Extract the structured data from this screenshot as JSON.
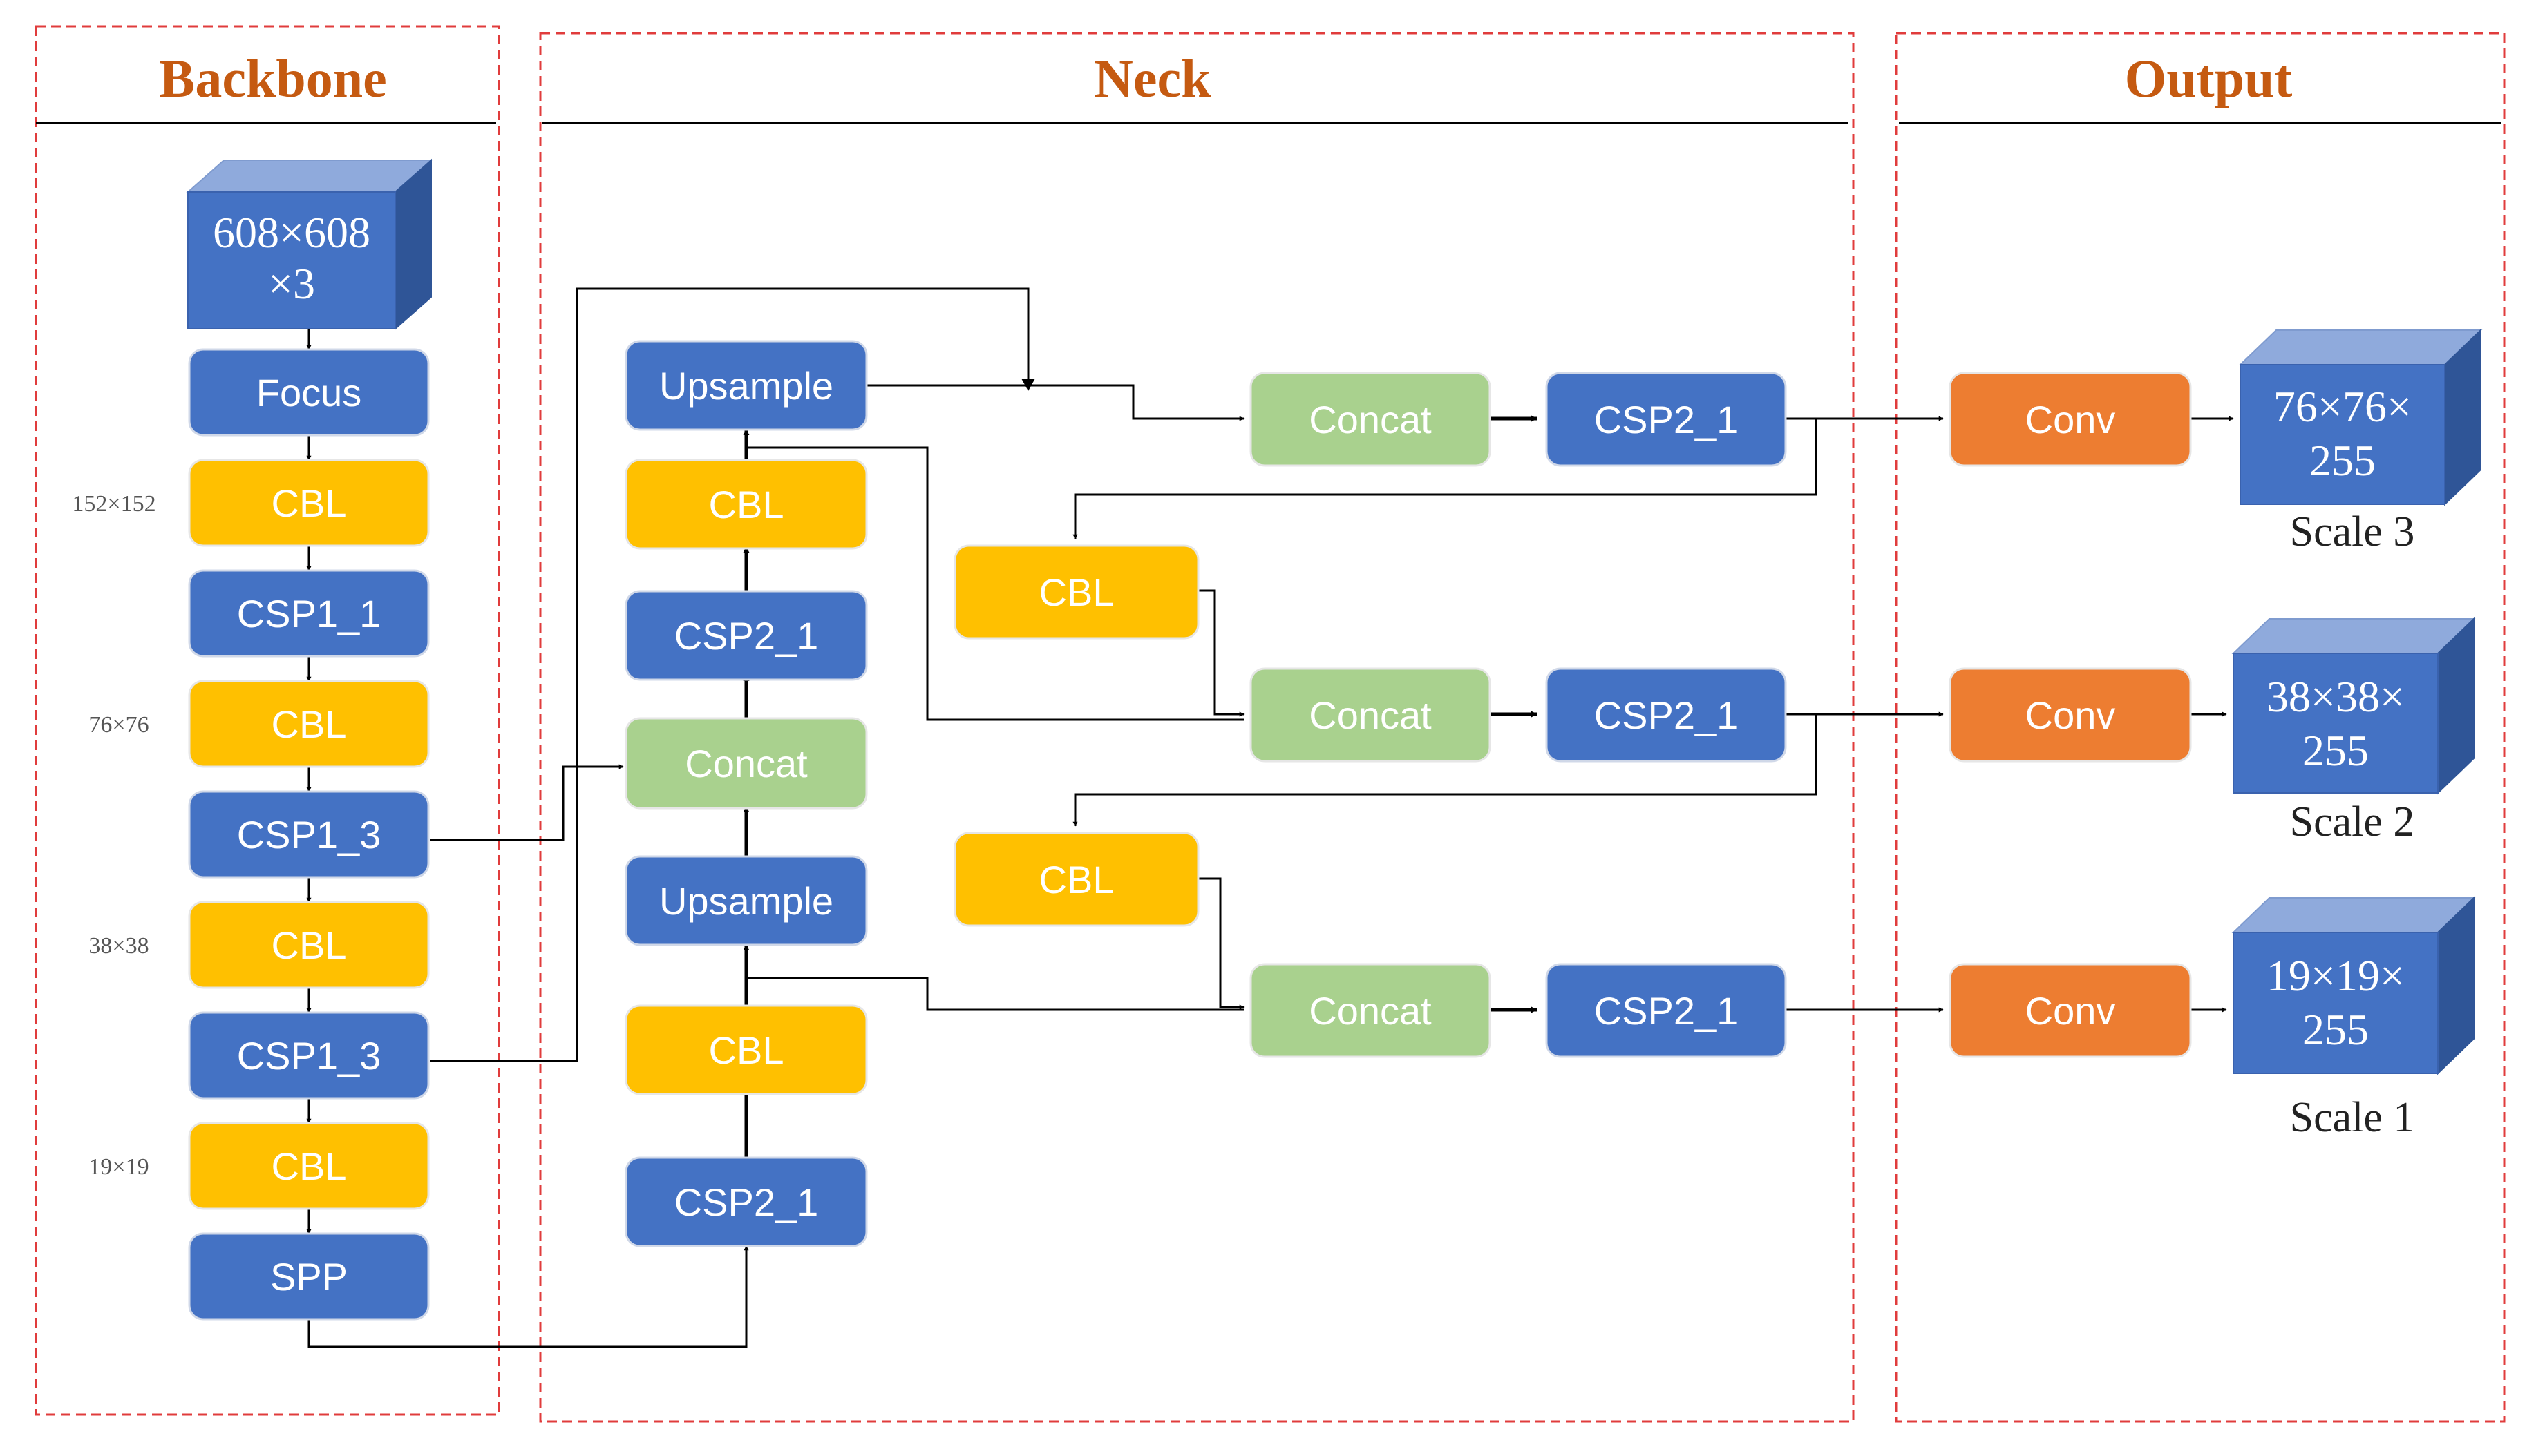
{
  "colors": {
    "blue": "#4472C4",
    "yellow": "#FFC000",
    "green": "#A9D18E",
    "orange": "#ED7D31",
    "section_title": "#C55A11",
    "dashed_border": "#E03C3C",
    "cube_top": "#8FAADC",
    "cube_side": "#2F5597"
  },
  "sections": {
    "backbone": "Backbone",
    "neck": "Neck",
    "output": "Output"
  },
  "backbone": {
    "input": {
      "line1": "608×608",
      "line2": "×3"
    },
    "focus": "Focus",
    "cbl_1": "CBL",
    "csp1_1": "CSP1_1",
    "cbl_2": "CBL",
    "csp1_3_a": "CSP1_3",
    "cbl_3": "CBL",
    "csp1_3_b": "CSP1_3",
    "cbl_4": "CBL",
    "spp": "SPP",
    "size_152": "152×152",
    "size_76": "76×76",
    "size_38": "38×38",
    "size_19": "19×19"
  },
  "neck": {
    "csp2_1_bottom": "CSP2_1",
    "cbl_lower": "CBL",
    "upsample_lower": "Upsample",
    "concat_mid": "Concat",
    "csp2_1_mid": "CSP2_1",
    "cbl_upper": "CBL",
    "upsample_upper": "Upsample",
    "concat_1": "Concat",
    "csp2_1_out1": "CSP2_1",
    "cbl_r1": "CBL",
    "concat_2": "Concat",
    "csp2_1_out2": "CSP2_1",
    "cbl_r2": "CBL",
    "concat_3": "Concat",
    "csp2_1_out3": "CSP2_1"
  },
  "output": {
    "conv_1": "Conv",
    "conv_2": "Conv",
    "conv_3": "Conv",
    "cube_1": {
      "line1": "76×76×",
      "line2": "255"
    },
    "cube_2": {
      "line1": "38×38×",
      "line2": "255"
    },
    "cube_3": {
      "line1": "19×19×",
      "line2": "255"
    },
    "scale_3": "Scale 3",
    "scale_2": "Scale 2",
    "scale_1": "Scale 1"
  }
}
